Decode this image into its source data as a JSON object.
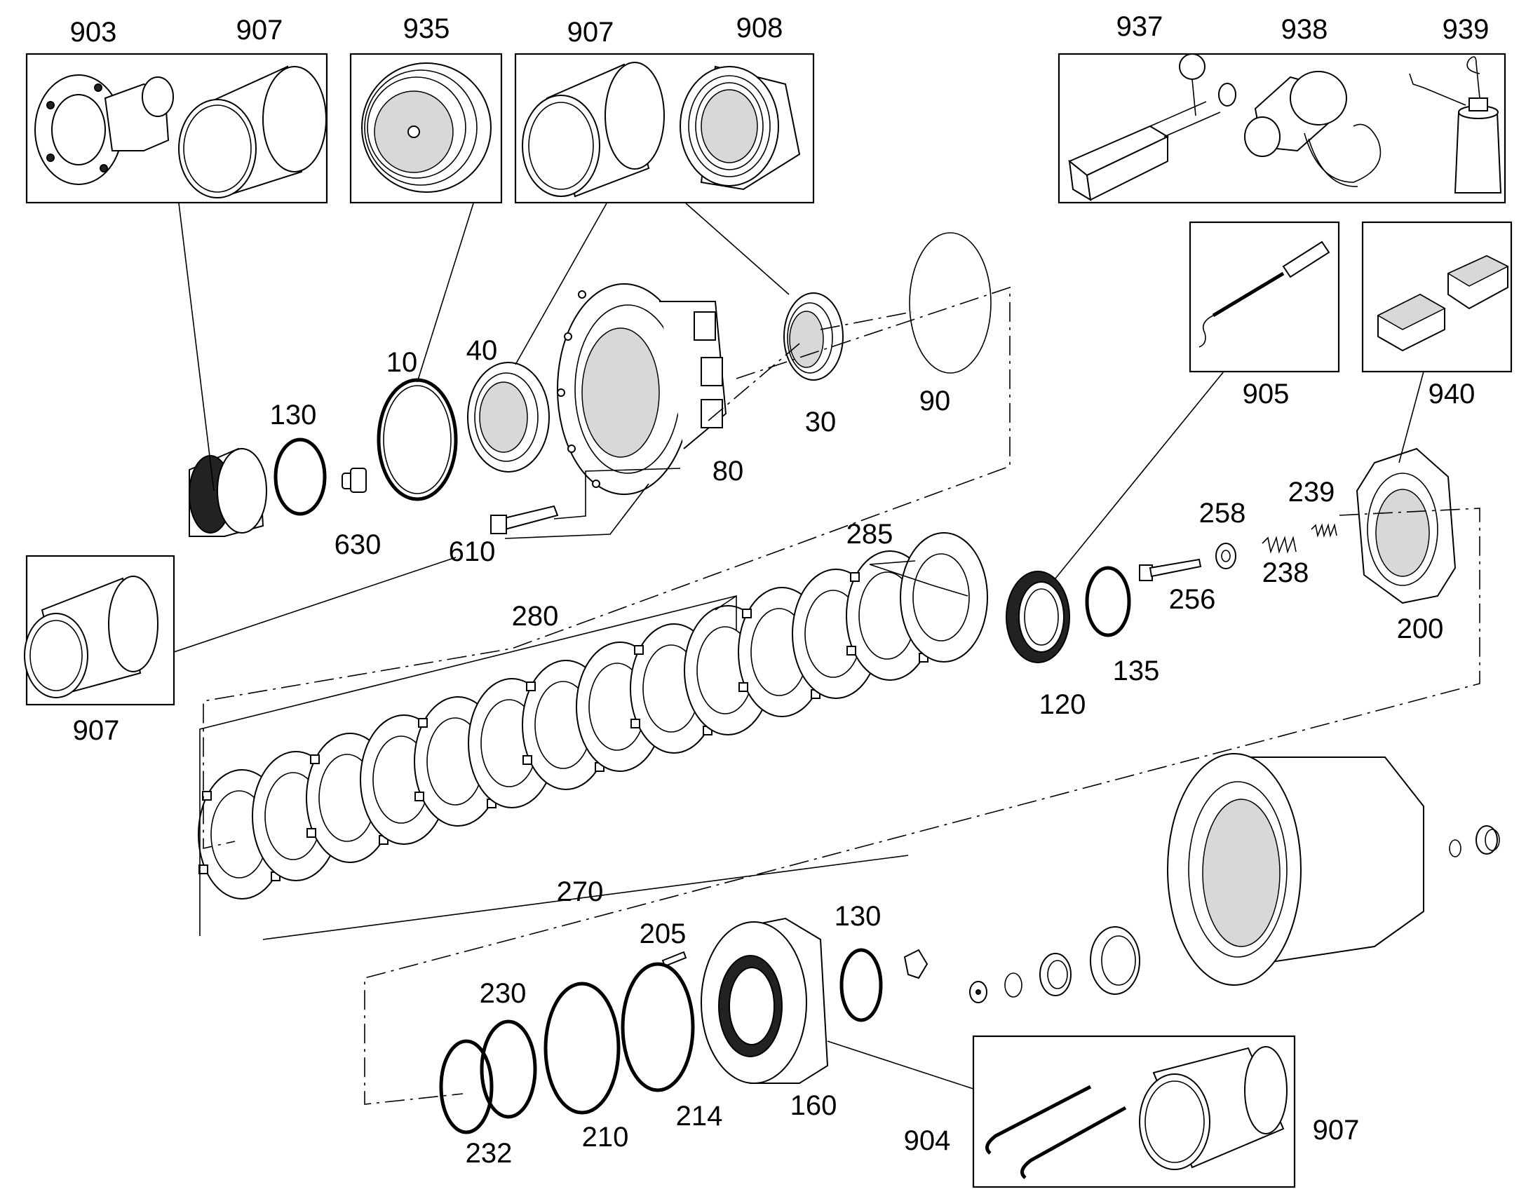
{
  "callouts": {
    "c903": "903",
    "c907_a": "907",
    "c935": "935",
    "c907_b": "907",
    "c908": "908",
    "c937": "937",
    "c938": "938",
    "c939": "939",
    "c905": "905",
    "c940": "940",
    "c10": "10",
    "c40": "40",
    "c130_a": "130",
    "c630": "630",
    "c610": "610",
    "c80": "80",
    "c30": "30",
    "c90": "90",
    "c907_c": "907",
    "c280": "280",
    "c285": "285",
    "c270": "270",
    "c120": "120",
    "c135": "135",
    "c256": "256",
    "c258": "258",
    "c238": "238",
    "c239": "239",
    "c200": "200",
    "c205": "205",
    "c130_b": "130",
    "c230": "230",
    "c232": "232",
    "c210": "210",
    "c214": "214",
    "c160": "160",
    "c904": "904",
    "c907_d": "907"
  }
}
